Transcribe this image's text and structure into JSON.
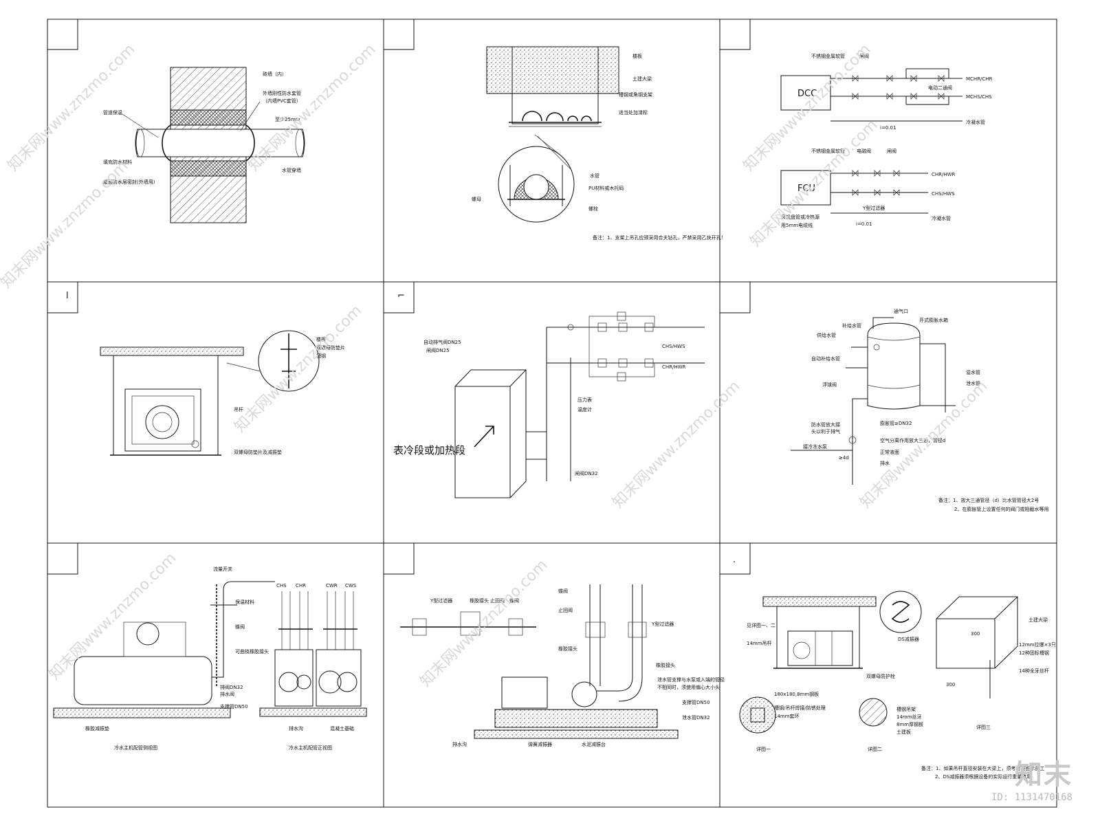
{
  "panel1": {
    "labels": [
      "砖墙（内）",
      "外墙刚性防水套管",
      "（内墙PVC套管）",
      "至少25mm",
      "管道保温",
      "填充防水材料",
      "屋面防水层密封(外墙用)",
      "水管穿墙"
    ]
  },
  "panel2": {
    "labels": [
      "楼板",
      "土建大梁",
      "槽钢或角钢支架",
      "适当处加漆标",
      "水管",
      "PU材料或木托码",
      "螺母",
      "螺栓"
    ],
    "note": "备注：1、支架上吊孔应预采用合夫钻孔，严禁采用乙炔开孔！"
  },
  "panel3": {
    "dcc": "DCC",
    "fcu": "FCU",
    "labels_top": [
      "不锈钢金属软管",
      "闸阀",
      "MCHR/CHR",
      "电动二通阀",
      "MCHS/CHS",
      "i=0.01",
      "冷凝水管"
    ],
    "labels_bottom": [
      "不锈钢金属软管",
      "电磁阀",
      "闸阀",
      "CHR/HWR",
      "CHS/HWS",
      "Y型过滤器",
      "风机盘管或冷热源",
      "用5mm电缆线",
      "i=0.01",
      "冷凝水管"
    ]
  },
  "panel4": {
    "tag": "l",
    "labels": [
      "楼板",
      "双螺母防垫片",
      "槽钢",
      "吊杆",
      "双螺母防垫片及减振垫"
    ]
  },
  "panel5": {
    "tag": "⌐",
    "labels": [
      "自动排气阀DN25",
      "闸阀DN25",
      "CHS/HWS",
      "CHR/HWR",
      "压力表",
      "温度计",
      "闸阀DN32"
    ],
    "big": "表冷段或加热段"
  },
  "panel6": {
    "labels": [
      "通气口",
      "开式膨胀水箱",
      "补给水管",
      "供给水管",
      "自动补给水管",
      "溢水管",
      "浮球阀",
      "泄水管",
      "膨胀管≥DN32",
      "防水管放大接",
      "头以利于排气",
      "空气分离作用放大三通，管径d",
      "接冷冻水泵",
      "正常液面",
      "≥4d",
      "排水"
    ],
    "note1": "备注：1、放大三通管径（d）比水管管径大2号",
    "note2": "2、在膨胀管上设置任何的阀门或阻截水等用"
  },
  "panel7": {
    "labels": [
      "流量开关",
      "保温材料",
      "蝶阀",
      "可曲挠橡胶接头",
      "排阀DN32",
      "排水阀",
      "支撑管DN50",
      "橡胶减振垫",
      "排水沟",
      "混凝土基础"
    ],
    "pipe_tags": [
      "CHS",
      "CHR",
      "CWR",
      "CWS"
    ],
    "cap_left": "冷水主机配管侧视图",
    "cap_right": "冷水主机配管正视图"
  },
  "panel8": {
    "labels": [
      "Y型过滤器",
      "橡胶接头",
      "止回阀",
      "蝶阀",
      "止回阀",
      "蝶阀",
      "橡胶接头",
      "Y型过滤器",
      "橡胶接头",
      "泄水管支撑与水泵或入端的管径",
      "不相同时，须使用偏心大小头",
      "支撑管DN50",
      "泄水管DN32",
      "排水沟",
      "弹簧减振器",
      "水泥减振台"
    ]
  },
  "panel9": {
    "tag": ".",
    "labels": [
      "见详图一、二",
      "14mm吊杆",
      "DS减振器",
      "土建大梁",
      "12mm拉爆×3只",
      "12种固标槽钢",
      "14种全牙丝杆",
      "双螺母防护栓",
      "180x180,8mm钢板",
      "槽钢/吊杆焊接/防锈处理",
      "14mm套环",
      "槽钢吊架",
      "14mm丝牙",
      "8mm厚钢板",
      "土建板"
    ],
    "dims": [
      "300",
      "300"
    ],
    "caps": [
      "详图一",
      "详图二",
      "详图三"
    ],
    "note1": "备注：1、如果吊杆直径安装在大梁上，须考虑按图示施工",
    "note2": "2、DS减振器须根据设备的实际运行重量选用"
  },
  "watermark": "知末网www.znzmo.com",
  "brand": {
    "logo": "知末",
    "id": "ID: 1131470168"
  }
}
